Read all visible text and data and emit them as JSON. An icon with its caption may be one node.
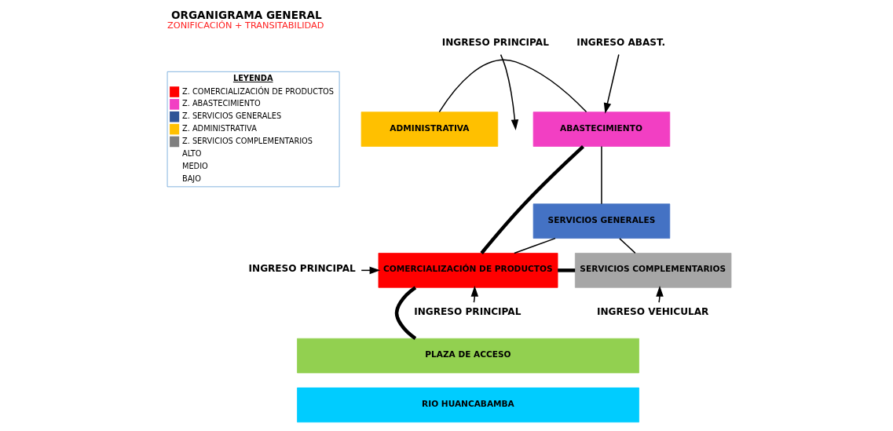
{
  "diagram": {
    "title": "ORGANIGRAMA GENERAL",
    "caption": "ZONIFICACIÓN + TRANSITABILIDAD",
    "nodes": [
      {
        "text": [
          "ADMINISTRATIVA"
        ]
      },
      {
        "text": [
          "ABASTECIMIENTO"
        ]
      },
      {
        "text": [
          "SERVICIOS GENERALES"
        ]
      },
      {
        "text": [
          "COMERCIALIZACIÓN DE PRODUCTOS"
        ]
      },
      {
        "text": [
          "SERVICIOS COMPLEMENTARIOS"
        ]
      },
      {
        "text": [
          "PLAZA DE ACCESO"
        ]
      },
      {
        "text": [
          "RIO HUANCABAMBA"
        ]
      },
      {
        "text": [
          "INGRESO PRINCIPAL"
        ]
      },
      {
        "text": [
          "INGRESO ABAST."
        ]
      },
      {
        "text": [
          "INGRESO PRINCIPAL"
        ]
      },
      {
        "text": [
          "INGRESO PRINCIPAL"
        ]
      },
      {
        "text": [
          "INGRESO VEHICULAR"
        ]
      }
    ],
    "edges": [
      {
        "from": 0,
        "to": 1,
        "arrow": "none"
      },
      {
        "from": 3,
        "to": 1,
        "arrow": "none",
        "style": "thick"
      },
      {
        "from": 3,
        "to": 2,
        "arrow": "none"
      },
      {
        "from": 1,
        "to": 2,
        "arrow": "none"
      },
      {
        "from": 2,
        "to": 4,
        "arrow": "none"
      },
      {
        "from": 3,
        "to": 4,
        "arrow": "none",
        "style": "thick"
      },
      {
        "from": 5,
        "to": 3,
        "arrow": "none",
        "style": "thick"
      },
      {
        "from": 7,
        "to": null,
        "arrow": "to"
      },
      {
        "from": 8,
        "to": 1,
        "arrow": "to"
      },
      {
        "from": 9,
        "to": 3,
        "arrow": "to"
      },
      {
        "from": 10,
        "to": 3,
        "arrow": "to"
      },
      {
        "from": 11,
        "to": 4,
        "arrow": "to"
      }
    ],
    "labels": [
      "LEYENDA"
    ],
    "legend": [
      {
        "text": "Z. COMERCIALIZACIÓN DE PRODUCTOS",
        "color": "#ff0000"
      },
      {
        "text": "Z. ABASTECIMIENTO",
        "color": "#f23fc3"
      },
      {
        "text": "Z. SERVICIOS GENERALES",
        "color": "#2f5597"
      },
      {
        "text": "Z. ADMINISTRATIVA",
        "color": "#ffc000"
      },
      {
        "text": "Z. SERVICIOS COMPLEMENTARIOS",
        "color": "#7f7f7f"
      },
      {
        "text": "ALTO"
      },
      {
        "text": "MEDIO"
      },
      {
        "text": "BAJO"
      }
    ]
  }
}
